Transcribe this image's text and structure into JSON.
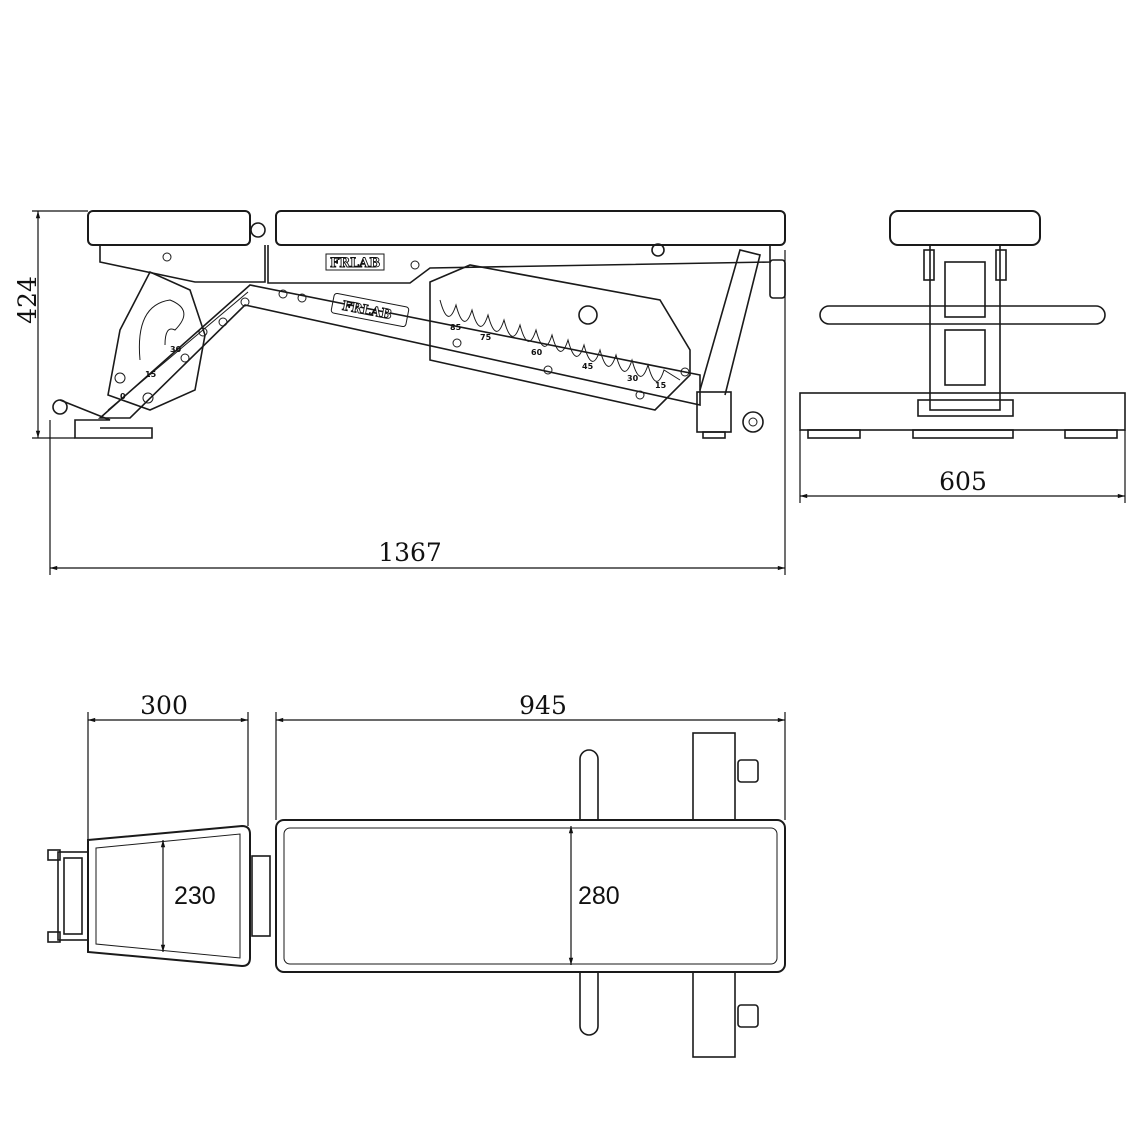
{
  "side_view": {
    "height_dim": "424",
    "length_dim": "1367",
    "brand_top": "FRLAB",
    "brand_frame": "FRLAB",
    "back_angles": [
      "85",
      "75",
      "60",
      "45",
      "30",
      "15"
    ],
    "seat_angles": [
      "30",
      "15",
      "0"
    ]
  },
  "front_view": {
    "width_dim": "605"
  },
  "top_view": {
    "seat_length_dim": "300",
    "back_length_dim": "945",
    "seat_width_dim": "230",
    "back_width_dim": "280"
  }
}
